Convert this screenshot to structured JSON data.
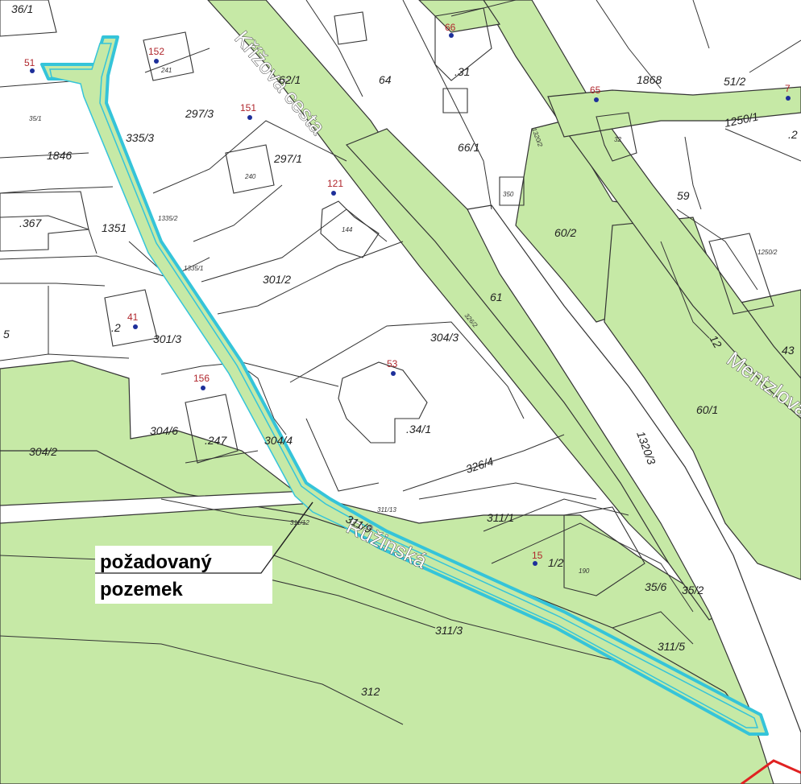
{
  "colors": {
    "green": "#c6e9a6",
    "white": "#ffffff",
    "lines": "#333333",
    "highlight": "#35c4d9",
    "red": "#e02222",
    "address": "#b0272d"
  },
  "streets": {
    "krizova": "Křížová cesta",
    "mentzlova": "Mentzlova",
    "ruzinska": "Růžinská"
  },
  "callout": {
    "line1": "požadovaný",
    "line2": "pozemek"
  },
  "parcels": {
    "p1846": "1846",
    "p1351": "1351",
    "p335_3": "335/3",
    "p297_3": "297/3",
    "p297_1": "297/1",
    "p62_1": "62/1",
    "p64": "64",
    "p66_1": "66/1",
    "p1868": "1868",
    "p51_2": "51/2",
    "p1250_1": "1250/1",
    "p59": "59",
    "p60_2": "60/2",
    "p61": "61",
    "p301_2": "301/2",
    "p301_3": "301/3",
    "p304_3": "304/3",
    "p43": "43",
    "p60_1": "60/1",
    "p304_2": "304/2",
    "p304_6": "304/6",
    "p247": ".247",
    "p304_4": "304/4",
    "p34_1": ".34/1",
    "p326_4": "326/4",
    "p1320_3": "1320/3",
    "p311_1": "311/1",
    "p311_9": "311/9",
    "p1_2": "1/2",
    "p35_6": "35/6",
    "p35_2": "35/2",
    "p311_3": "311/3",
    "p311_5": "311/5",
    "p312": "312",
    "p367": ".367",
    "p2": ".2",
    "p31": ".31",
    "p5": "5",
    "p36_1": "36/1",
    "p1335_2": "1335/2",
    "p1335_1": "1335/1",
    "p311_12": "311/12",
    "p311_13": "311/13",
    "p241": "241",
    "p240": "240",
    "p144": "144",
    "p35_1": "35/1",
    "p32": "32",
    "p190": "190",
    "p350": "350",
    "p1250_2": "1250/2",
    "p1320_2": "1320/2",
    "p326_2": "326/2",
    "p12": "12",
    "p2b": ".2"
  },
  "addresses": {
    "a51": "51",
    "a152": "152",
    "a151": "151",
    "a121": "121",
    "a66": "66",
    "a65": "65",
    "a41": "41",
    "a156": "156",
    "a53": "53",
    "a15": "15",
    "a7": "7"
  }
}
